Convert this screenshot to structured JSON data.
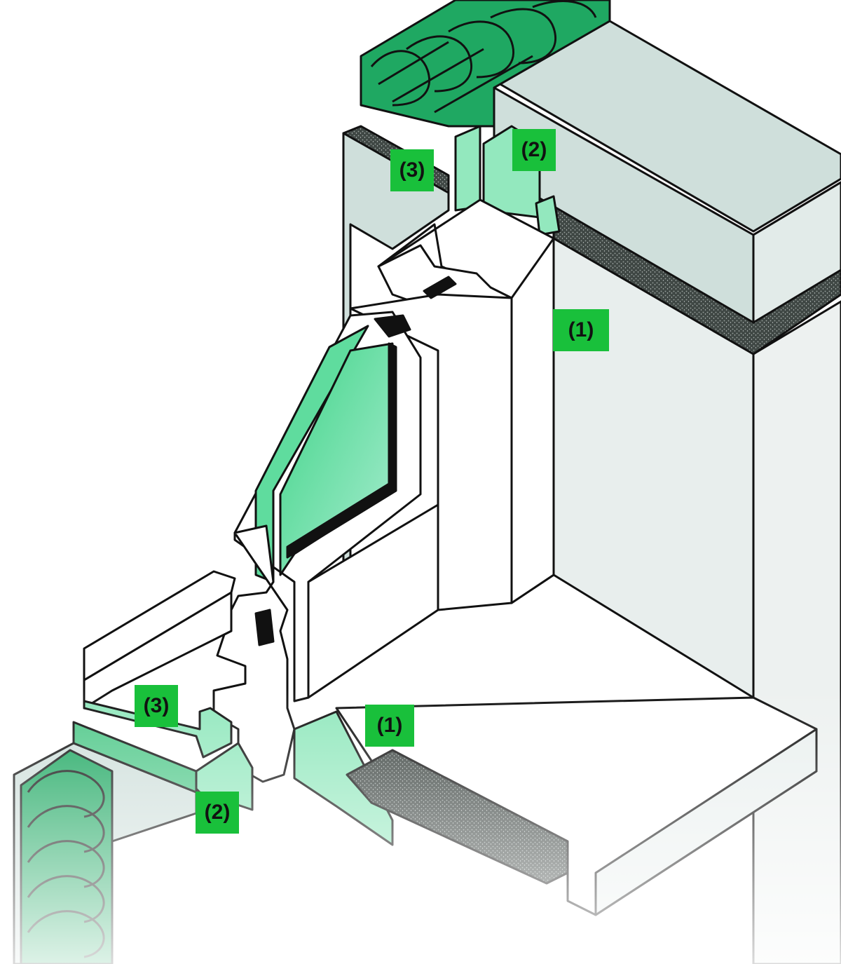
{
  "colors": {
    "accent_green": "#19c03b",
    "insulation_green": "#1fa862",
    "seal_green": "#93e8be",
    "glass_green": "#5fdc9e",
    "wall_grey": "#cfdfdb",
    "reveal_grey": "#e9efee",
    "foam_grey": "#474f4c",
    "outline": "#111111"
  },
  "labels": {
    "one_top": "(1)",
    "two_top": "(2)",
    "three_top": "(3)",
    "one_bottom": "(1)",
    "two_bottom": "(2)",
    "three_bottom": "(3)"
  }
}
